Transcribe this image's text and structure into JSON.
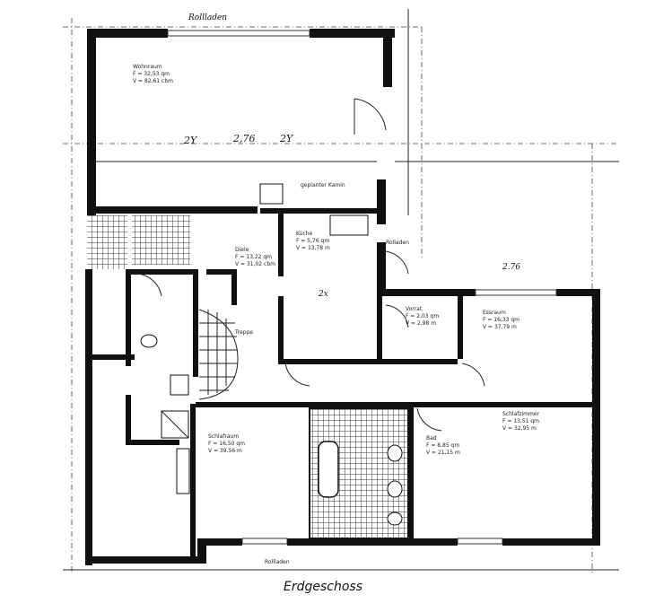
{
  "caption": "Erdgeschoss",
  "header_note": "Rollladen",
  "rooms": {
    "wohnraum": {
      "name": "Wohnraum",
      "area": "F = 32,53 qm",
      "volume": "V = 82,61 cbm"
    },
    "kueche": {
      "name": "Küche",
      "area": "F = 5,76 qm",
      "volume": "V = 13,78 m"
    },
    "diele": {
      "name": "Diele",
      "area": "F = 13,22 qm",
      "volume": "V = 31,02 cbm"
    },
    "vorrat": {
      "name": "Vorrat",
      "area": "F = 2,03 qm",
      "volume": "V = 2,98 m"
    },
    "essraum": {
      "name": "Essraum",
      "area": "F = 16,33 qm",
      "volume": "V = 37,79 m"
    },
    "schlafraum": {
      "name": "Schlafraum",
      "area": "F = 16,50 qm",
      "volume": "V = 39,56 m"
    },
    "bad": {
      "name": "Bad",
      "area": "F = 8,85 qm",
      "volume": "V = 21,15 m"
    },
    "schlafzimmer": {
      "name": "Schlafzimmer",
      "area": "F = 13,51 qm",
      "volume": "V = 32,95 m"
    }
  },
  "annotations": {
    "treppe": "Treppe",
    "kamin": "geplanter Kamin",
    "rollladen_left": "Rollladen",
    "rollladen_right": "Rolladen",
    "handwritten_dims": [
      "2Y",
      "2,76",
      "2Y",
      "2x",
      "2.76"
    ],
    "dim_top": "Rollladen"
  }
}
